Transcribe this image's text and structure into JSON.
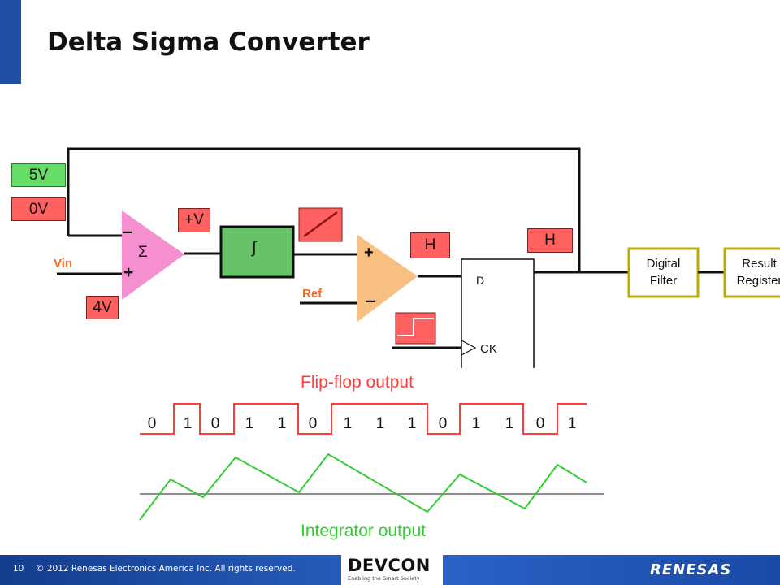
{
  "title": "Delta Sigma Converter",
  "labels": {
    "v5": "5V",
    "v0": "0V",
    "v4": "4V",
    "plus_v": "+V",
    "vin": "Vin",
    "ref": "Ref",
    "h1": "H",
    "h2": "H",
    "sigma": "Σ",
    "integral": "∫",
    "sum_minus": "–",
    "sum_plus": "+",
    "comp_plus": "+",
    "comp_minus": "–",
    "ff_d": "D",
    "ff_ck": "CK",
    "digital_filter_1": "Digital",
    "digital_filter_2": "Filter",
    "result_register_1": "Result",
    "result_register_2": "Register"
  },
  "waveform": {
    "title": "Flip-flop output",
    "bits": [
      "0",
      "1",
      "0",
      "1",
      "1",
      "0",
      "1",
      "1",
      "1",
      "0",
      "1",
      "1",
      "0",
      "1"
    ],
    "integrator_title": "Integrator output"
  },
  "footer": {
    "page": "10",
    "copyright": "© 2012 Renesas Electronics America Inc. All rights reserved.",
    "devcon_logo": "DEVCON",
    "devcon_tagline": "Enabling the Smart Society",
    "brand_logo": "RENESAS"
  },
  "colors": {
    "accent": "#1f4ea3",
    "red_box": "#ff6060",
    "sum_amp": "#f58fd0",
    "integrator": "#66c266",
    "comparator": "#f7bf80",
    "filter_border": "#b8b000",
    "waveform": "#ff3b3b",
    "integrator_wave": "#33cc33",
    "label_orange": "#ff6a1a"
  }
}
